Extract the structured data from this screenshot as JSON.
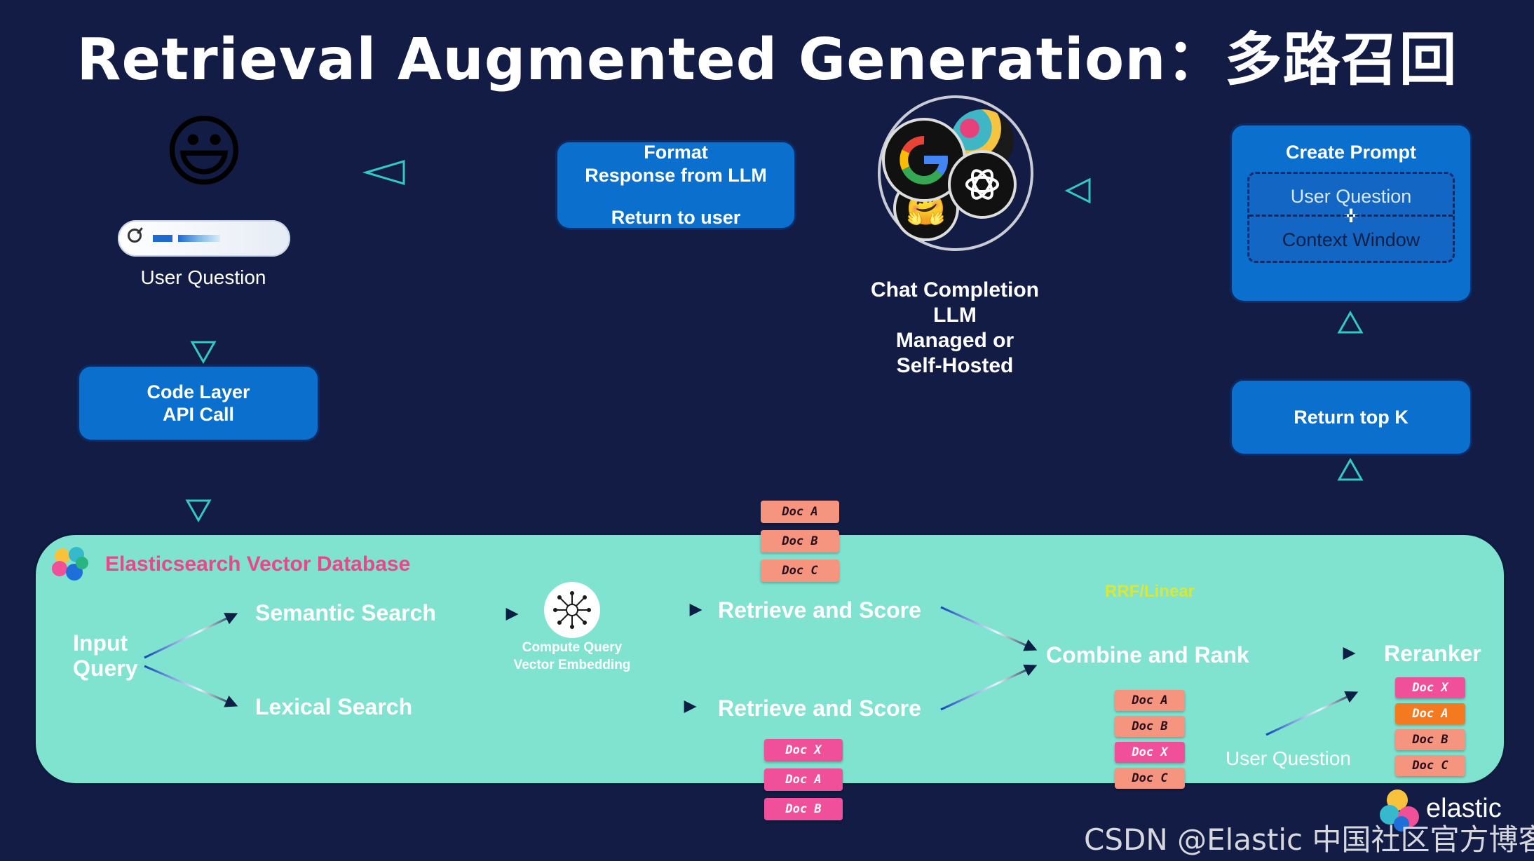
{
  "title": "Retrieval Augmented Generation：多路召回",
  "user": {
    "emoji": "😃",
    "label": "User Question"
  },
  "boxes": {
    "format_line1": "Format",
    "format_line2": "Response from LLM",
    "format_line3": "Return to user",
    "code_line1": "Code Layer",
    "code_line2": "API Call",
    "create_prompt": "Create Prompt",
    "prompt_question": "User Question",
    "prompt_plus": "+",
    "prompt_context": "Context Window",
    "return_top_k": "Return top K"
  },
  "llm": {
    "line1": "Chat Completion",
    "line2": "LLM",
    "line3": "Managed or",
    "line4": "Self-Hosted"
  },
  "es": {
    "title": "Elasticsearch Vector Database",
    "input_line1": "Input",
    "input_line2": "Query",
    "semantic": "Semantic Search",
    "lexical": "Lexical Search",
    "embed_line1": "Compute Query",
    "embed_line2": "Vector Embedding",
    "retrieve_top": "Retrieve and Score",
    "retrieve_bottom": "Retrieve and Score",
    "rrf": "RRF/Linear",
    "combine": "Combine and Rank",
    "reranker": "Reranker",
    "user_question": "User Question"
  },
  "docs": {
    "top": [
      "Doc A",
      "Doc B",
      "Doc C"
    ],
    "bottom": [
      "Doc X",
      "Doc A",
      "Doc B"
    ],
    "combined": [
      "Doc A",
      "Doc B",
      "Doc X",
      "Doc C"
    ],
    "reranked": [
      "Doc X",
      "Doc A",
      "Doc B",
      "Doc C"
    ]
  },
  "brand": "elastic",
  "watermark": "CSDN @Elastic 中国社区官方博客",
  "colors": {
    "background": "#131c44",
    "box_blue": "#0b6fce",
    "panel_teal": "#7fe3d0",
    "es_title_pink": "#e8488a",
    "rrf_yellow": "#d8e83a",
    "doc_salmon": "#f59580",
    "doc_pink": "#f0509a",
    "doc_orange": "#f47a1f"
  }
}
